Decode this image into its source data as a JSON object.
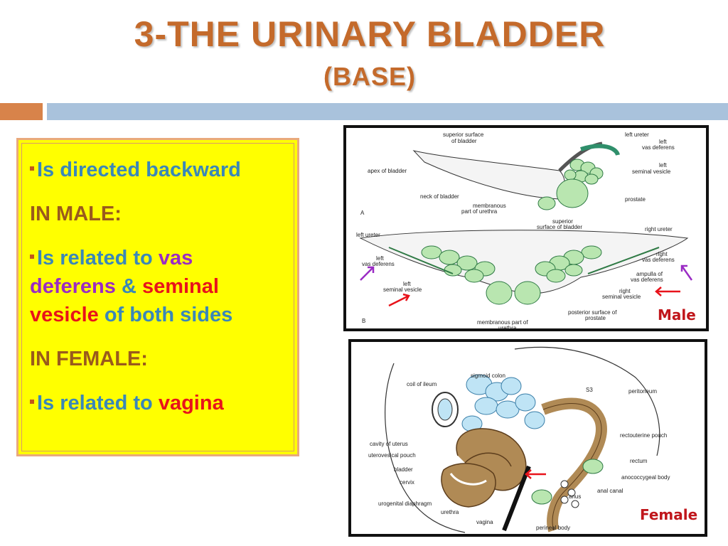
{
  "slide": {
    "title": "3-THE URINARY BLADDER",
    "subtitle": "(BASE)"
  },
  "textbox": {
    "line1": "Is directed backward",
    "heading_male": "IN MALE:",
    "male_a": "Is related to ",
    "male_vas": "vas",
    "male_deferens": "deferens",
    "male_and": " & ",
    "male_seminal": "seminal",
    "male_vesicle": "vesicle",
    "male_rest": " of both sides",
    "heading_female": "IN FEMALE:",
    "female_a": "Is related to ",
    "female_vagina": "vagina"
  },
  "male_figure": {
    "caption": "Male",
    "labels": {
      "superior_surface": "superior surface",
      "of_bladder": "of bladder",
      "left_ureter": "left ureter",
      "left": "left",
      "vas_deferens": "vas deferens",
      "apex": "apex of bladder",
      "left_seminal": "left",
      "seminal_vesicle": "seminal vesicle",
      "neck": "neck of bladder",
      "prostate": "prostate",
      "membranous": "membranous",
      "part_urethra": "part of urethra",
      "fig_a": "A",
      "superior_b": "superior",
      "surface_b": "surface of bladder",
      "left_ureter_b": "left ureter",
      "right_ureter": "right ureter",
      "left_b": "left",
      "vas_deferens_b": "vas deferens",
      "right": "right",
      "vas_deferens_r": "vas deferens",
      "ampulla": "ampulla of",
      "vas_deferens_a": "vas deferens",
      "left_sv": "left",
      "seminal_vesicle_b": "seminal vesicle",
      "right_sv": "right",
      "seminal_vesicle_r": "seminal vesicle",
      "posterior": "posterior surface of",
      "prostate_b": "prostate",
      "membranous_b": "membranous part of",
      "urethra_b": "urethra",
      "fig_b": "B"
    }
  },
  "female_figure": {
    "caption": "Female",
    "labels": {
      "sigmoid": "sigmoid colon",
      "coil": "coil of  ileum",
      "s3": "S3",
      "peritoneum": "peritoneum",
      "rectouterine": "rectouterine pouch",
      "cavity": "cavity of uterus",
      "uterovesical": "uterovesical pouch",
      "rectum": "rectum",
      "bladder": "bladder",
      "cervix": "cervix",
      "anococcygeal": "anococcygeal body",
      "anal_canal": "anal canal",
      "anus": "anus",
      "urogenital": "urogenital diaphragm",
      "urethra": "urethra",
      "vagina": "vagina",
      "perineal": "perineal body"
    }
  },
  "colors": {
    "title": "#c46a2b",
    "box_bg": "#ffff00",
    "blue_text": "#3a87b8",
    "purple_text": "#9a2bc4",
    "red_text": "#e8131b",
    "green_tissue": "#b9e6b0",
    "blue_tissue": "#bfe4f5",
    "brown_tissue": "#b08a55"
  }
}
